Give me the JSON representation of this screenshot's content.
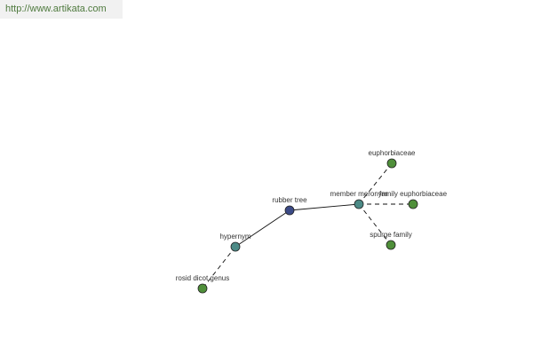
{
  "header": {
    "url": "http://www.artikata.com"
  },
  "colors": {
    "center_node": "#3b4a86",
    "relation_node": "#4c8a86",
    "leaf_node": "#4f8f3a",
    "node_stroke": "#222222",
    "edge": "#111111",
    "url_text": "#4f7a3e"
  },
  "graph": {
    "nodes": [
      {
        "id": "rubber-tree",
        "label": "rubber tree",
        "kind": "center"
      },
      {
        "id": "hypernym",
        "label": "hypernym",
        "kind": "relation"
      },
      {
        "id": "member-meronym",
        "label": "member meronym",
        "kind": "relation"
      },
      {
        "id": "rosid-dicot-genus",
        "label": "rosid dicot genus",
        "kind": "leaf"
      },
      {
        "id": "euphorbiaceae",
        "label": "euphorbiaceae",
        "kind": "leaf"
      },
      {
        "id": "family-euphorbiaceae",
        "label": "family euphorbiaceae",
        "kind": "leaf"
      },
      {
        "id": "spurge-family",
        "label": "spurge family",
        "kind": "leaf"
      }
    ],
    "edges": [
      {
        "from": "rubber-tree",
        "to": "hypernym",
        "style": "solid"
      },
      {
        "from": "rubber-tree",
        "to": "member-meronym",
        "style": "solid"
      },
      {
        "from": "hypernym",
        "to": "rosid-dicot-genus",
        "style": "dashed"
      },
      {
        "from": "member-meronym",
        "to": "euphorbiaceae",
        "style": "dashed"
      },
      {
        "from": "member-meronym",
        "to": "family-euphorbiaceae",
        "style": "dashed"
      },
      {
        "from": "member-meronym",
        "to": "spurge-family",
        "style": "dashed"
      }
    ]
  }
}
